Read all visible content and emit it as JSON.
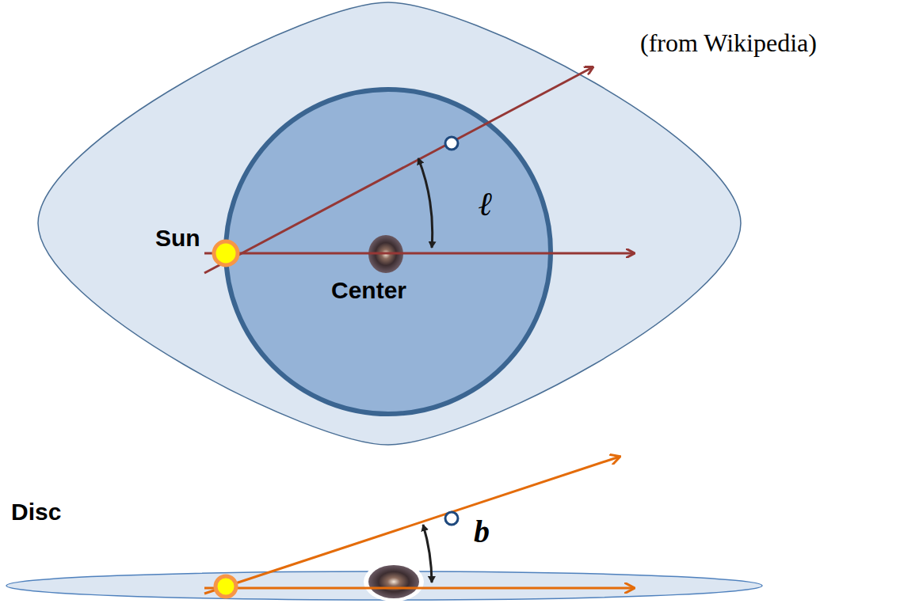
{
  "diagram": {
    "labels": [
      "(from Wikipedia)",
      "Sun",
      "ℓ",
      "Center",
      "Disc",
      "b"
    ]
  }
}
